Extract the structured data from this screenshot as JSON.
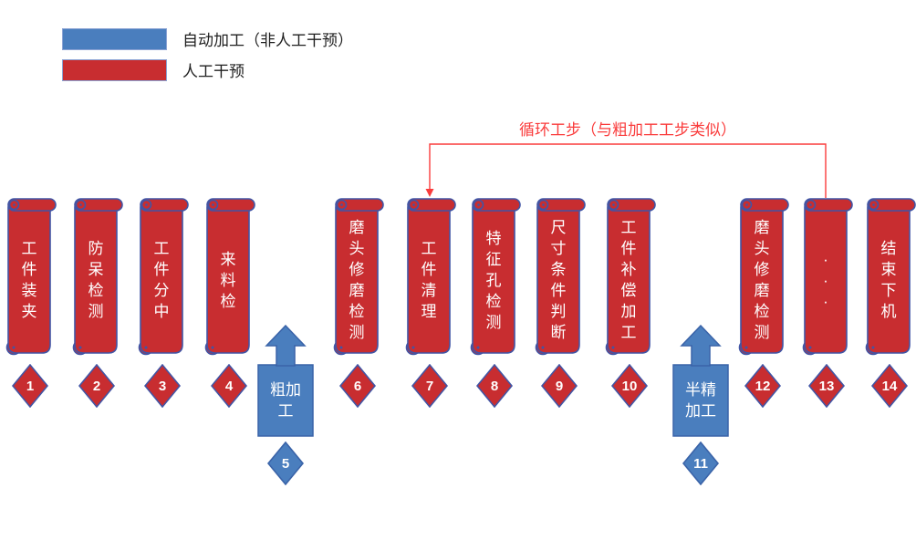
{
  "legend": {
    "items": [
      {
        "label": "自动加工（非人工干预）",
        "color": "#4A7EBE",
        "meaning": "automatic"
      },
      {
        "label": "人工干预",
        "color": "#C82D30",
        "meaning": "manual"
      }
    ]
  },
  "annotation": {
    "label": "循环工步（与粗加工工步类似）"
  },
  "steps": [
    {
      "num": "1",
      "label": "工件装夹",
      "type": "scroll",
      "category": "manual"
    },
    {
      "num": "2",
      "label": "防呆检测",
      "type": "scroll",
      "category": "manual"
    },
    {
      "num": "3",
      "label": "工件分中",
      "type": "scroll",
      "category": "manual"
    },
    {
      "num": "4",
      "label": "来料检",
      "type": "scroll",
      "category": "manual"
    },
    {
      "num": "5",
      "label": "粗加工",
      "type": "arrow-box",
      "category": "automatic"
    },
    {
      "num": "6",
      "label": "磨头修磨检测",
      "type": "scroll",
      "category": "manual"
    },
    {
      "num": "7",
      "label": "工件清理",
      "type": "scroll",
      "category": "manual"
    },
    {
      "num": "8",
      "label": "特征孔检测",
      "type": "scroll",
      "category": "manual"
    },
    {
      "num": "9",
      "label": "尺寸条件判断",
      "type": "scroll",
      "category": "manual"
    },
    {
      "num": "10",
      "label": "工件补偿加工",
      "type": "scroll",
      "category": "manual"
    },
    {
      "num": "11",
      "label": "半精加工",
      "type": "arrow-box",
      "category": "automatic"
    },
    {
      "num": "12",
      "label": "磨头修磨检测",
      "type": "scroll",
      "category": "manual"
    },
    {
      "num": "13",
      "label": "·\n·\n·",
      "type": "scroll",
      "category": "manual"
    },
    {
      "num": "14",
      "label": "结束下机",
      "type": "scroll",
      "category": "manual"
    }
  ],
  "colors": {
    "manual_red": "#C82D30",
    "auto_blue": "#4A7EBE",
    "scroll_border": "#4155A5",
    "box_border": "#3A63A8",
    "annotation_red": "#FA3C3C"
  }
}
